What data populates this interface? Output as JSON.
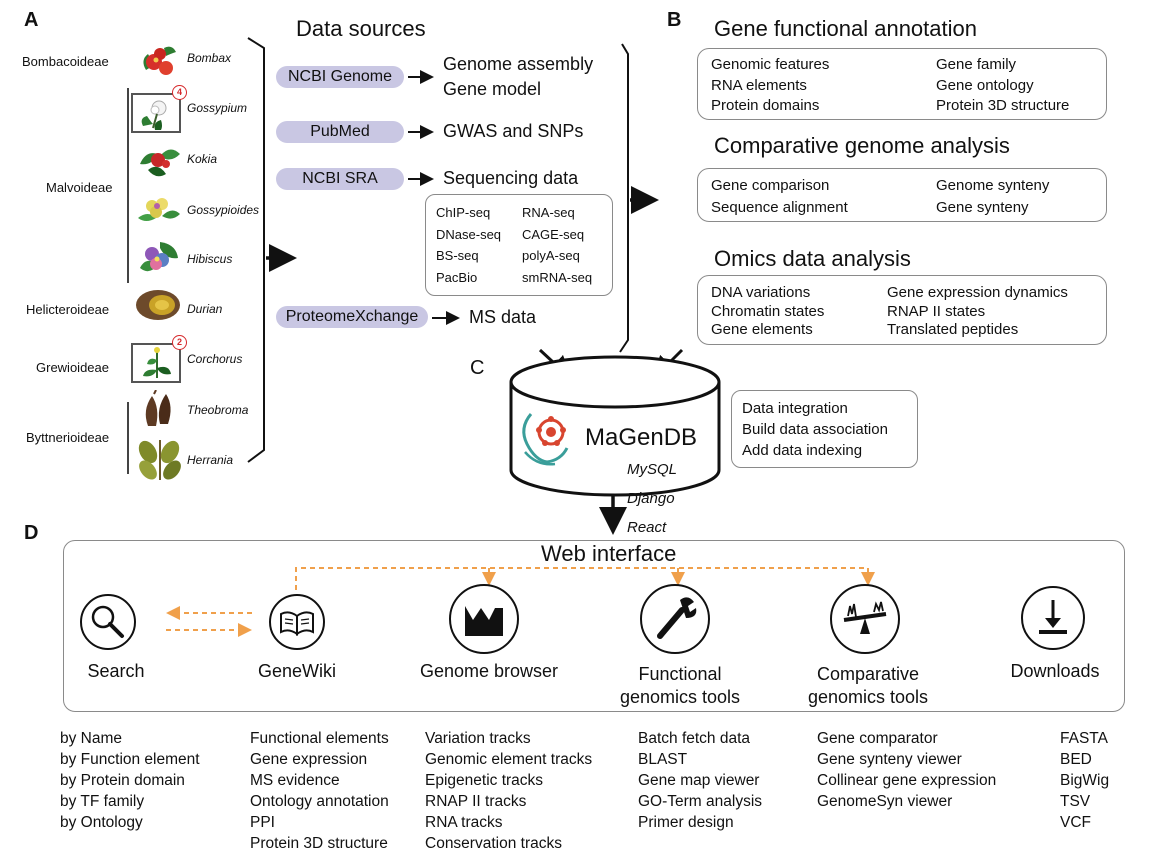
{
  "panels": {
    "a": "A",
    "b": "B",
    "c": "C",
    "d": "D"
  },
  "taxonomy": [
    {
      "family": "Bombacoideae",
      "genera": [
        "Bombax"
      ]
    },
    {
      "family": "Malvoideae",
      "genera": [
        "Gossypium",
        "Kokia",
        "Gossypioides",
        "Hibiscus"
      ]
    },
    {
      "family": "Helicteroideae",
      "genera": [
        "Durian"
      ]
    },
    {
      "family": "Grewioideae",
      "genera": [
        "Corchorus"
      ]
    },
    {
      "family": "Byttnerioideae",
      "genera": [
        "Theobroma",
        "Herrania"
      ]
    }
  ],
  "badges": {
    "gossypium": "4",
    "corchorus": "2"
  },
  "data_sources": {
    "title": "Data sources",
    "sources": [
      {
        "name": "NCBI Genome",
        "targets": [
          "Genome assembly",
          "Gene model"
        ]
      },
      {
        "name": "PubMed",
        "targets": [
          "GWAS and SNPs"
        ]
      },
      {
        "name": "NCBI SRA",
        "targets": [
          "Sequencing data"
        ]
      },
      {
        "name": "ProteomeXchange",
        "targets": [
          "MS data"
        ]
      }
    ],
    "seq_types_left": [
      "ChIP-seq",
      "DNase-seq",
      "BS-seq",
      "PacBio"
    ],
    "seq_types_right": [
      "RNA-seq",
      "CAGE-seq",
      "polyA-seq",
      "smRNA-seq"
    ]
  },
  "annotation": {
    "gene_functional": {
      "title": "Gene functional annotation",
      "left": [
        "Genomic features",
        "RNA elements",
        "Protein domains"
      ],
      "right": [
        "Gene family",
        "Gene ontology",
        "Protein 3D structure"
      ]
    },
    "comparative": {
      "title": "Comparative genome analysis",
      "left": [
        "Gene comparison",
        "Sequence alignment"
      ],
      "right": [
        "Genome synteny",
        "Gene synteny"
      ]
    },
    "omics": {
      "title": "Omics data analysis",
      "left": [
        "DNA variations",
        "Chromatin states",
        "Gene elements"
      ],
      "right": [
        "Gene expression dynamics",
        "RNAP II states",
        "Translated peptides"
      ]
    }
  },
  "database": {
    "name": "MaGenDB",
    "processing": [
      "Data integration",
      "Build data association",
      "Add data indexing"
    ],
    "stack": [
      "MySQL",
      "Django",
      "React"
    ]
  },
  "web": {
    "title": "Web interface",
    "tools": [
      {
        "label": "Search",
        "icon": "search-icon",
        "items": [
          "by Name",
          "by Function element",
          "by Protein domain",
          "by TF family",
          "by Ontology"
        ]
      },
      {
        "label": "GeneWiki",
        "icon": "book-icon",
        "items": [
          "Functional elements",
          "Gene expression",
          "MS evidence",
          "Ontology annotation",
          "PPI",
          "Protein 3D structure"
        ]
      },
      {
        "label": "Genome browser",
        "icon": "browser-icon",
        "items": [
          "Variation tracks",
          "Genomic element tracks",
          "Epigenetic tracks",
          "RNAP II tracks",
          "RNA tracks",
          "Conservation tracks"
        ]
      },
      {
        "label": "Functional genomics tools",
        "label_lines": [
          "Functional",
          "genomics tools"
        ],
        "icon": "wrench-icon",
        "items": [
          "Batch fetch data",
          "BLAST",
          "Gene map viewer",
          "GO-Term analysis",
          "Primer design"
        ]
      },
      {
        "label": "Comparative genomics tools",
        "label_lines": [
          "Comparative",
          "genomics tools"
        ],
        "icon": "balance-icon",
        "items": [
          "Gene comparator",
          "Gene synteny viewer",
          "Collinear gene expression",
          "GenomeSyn viewer"
        ]
      },
      {
        "label": "Downloads",
        "icon": "download-icon",
        "items": [
          "FASTA",
          "BED",
          "BigWig",
          "TSV",
          "VCF"
        ]
      }
    ]
  },
  "colors": {
    "pill": "#c9c7e3",
    "dashed_arrow": "#f0a04b",
    "badge": "#d6282b",
    "logo_teal": "#3a9e9a",
    "logo_red": "#d8452f"
  }
}
